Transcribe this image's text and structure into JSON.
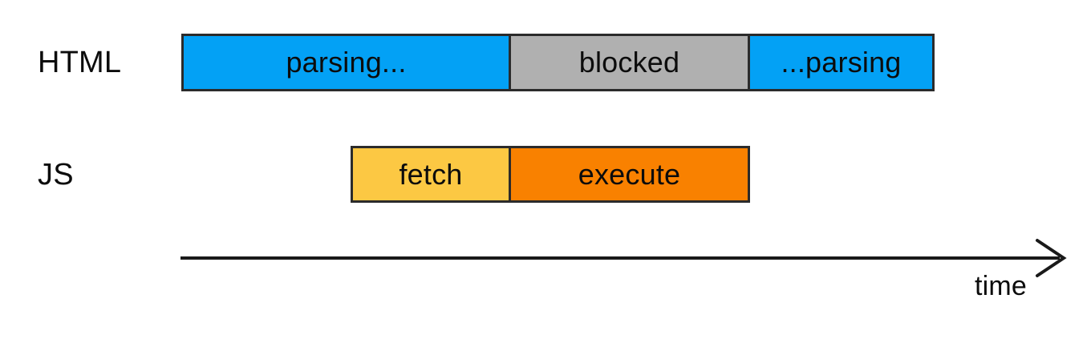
{
  "diagram": {
    "type": "timeline-gantt",
    "background_color": "#ffffff",
    "stroke_color": "#2b2b2b",
    "text_color": "#0c0c0c",
    "rows": [
      {
        "label": "HTML",
        "segments": [
          {
            "text": "parsing...",
            "color": "#03a1f5",
            "name": "html-parsing-before"
          },
          {
            "text": "blocked",
            "color": "#b0b0b0",
            "name": "html-blocked"
          },
          {
            "text": "...parsing",
            "color": "#03a1f5",
            "name": "html-parsing-after"
          }
        ]
      },
      {
        "label": "JS",
        "segments": [
          {
            "text": "fetch",
            "color": "#fcc843",
            "name": "js-fetch"
          },
          {
            "text": "execute",
            "color": "#f98100",
            "name": "js-execute"
          }
        ]
      }
    ],
    "axis": {
      "label": "time",
      "direction": "right",
      "arrow_icon": "arrow-right-icon"
    }
  }
}
